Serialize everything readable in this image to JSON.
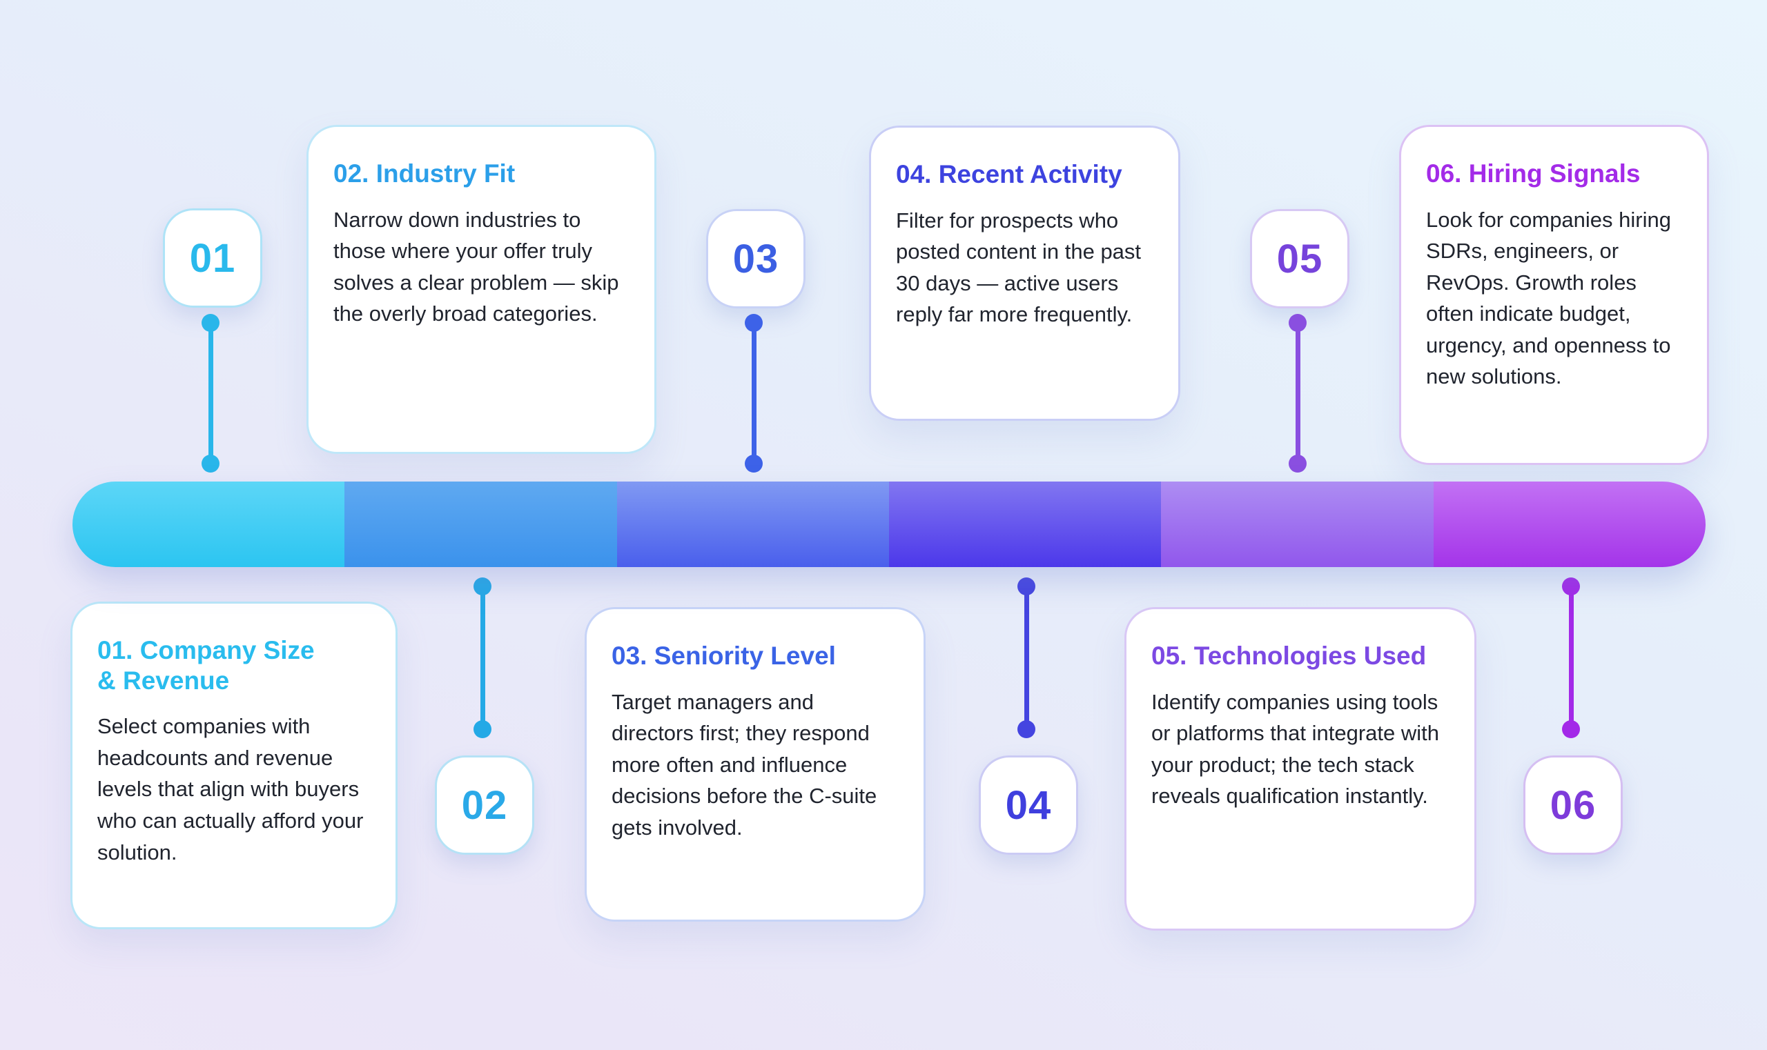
{
  "steps": [
    {
      "badge": "01",
      "title": "01. Company Size & Revenue",
      "description": "Select companies with headcounts and revenue levels that align with buyers who can actually afford your solution.",
      "accent_color": "#29BCEE",
      "badge_text_color": "#29B9EC",
      "badge_border_color": "#AEE3F7",
      "connector_color": "#29B6EA",
      "card_border_color": "#B9E6F8"
    },
    {
      "badge": "02",
      "title": "02. Industry Fit",
      "description": "Narrow down industries to those where your offer truly solves a clear problem — skip the overly broad categories.",
      "accent_color": "#2B9FE9",
      "badge_text_color": "#2AA9E8",
      "badge_border_color": "#B5E2F6",
      "connector_color": "#24A9E6",
      "card_border_color": "#BFE7F9"
    },
    {
      "badge": "03",
      "title": "03. Seniority Level",
      "description": "Target managers and directors first; they respond more often and influence decisions before the C-suite gets involved.",
      "accent_color": "#3A63E6",
      "badge_text_color": "#3B5FE3",
      "badge_border_color": "#C8D2F6",
      "connector_color": "#3D62E8",
      "card_border_color": "#C7D4F7"
    },
    {
      "badge": "04",
      "title": "04. Recent Activity",
      "description": "Filter for prospects who posted content in the past 30 days — active users reply far more frequently.",
      "accent_color": "#3D43DF",
      "badge_text_color": "#3F3FDE",
      "badge_border_color": "#CBCBF4",
      "connector_color": "#4444E0",
      "card_border_color": "#C9CEF6"
    },
    {
      "badge": "05",
      "title": "05. Technologies Used",
      "description": "Identify companies using tools or platforms that integrate with your product; the tech stack reveals qualification instantly.",
      "accent_color": "#7C49E3",
      "badge_text_color": "#7643DB",
      "badge_border_color": "#D7C9F4",
      "connector_color": "#8A4FE0",
      "card_border_color": "#D9C8F5"
    },
    {
      "badge": "06",
      "title": "06. Hiring Signals",
      "description": "Look for companies hiring SDRs, engineers, or RevOps. Growth roles often indicate budget, urgency, and openness to new solutions.",
      "accent_color": "#A32BE8",
      "badge_text_color": "#7E3BDA",
      "badge_border_color": "#D5BFF2",
      "connector_color": "#A329E8",
      "card_border_color": "#DCC2F4"
    }
  ],
  "timeline_bar": {
    "segments": [
      {
        "step": "01",
        "color_top": "#5CD6F7",
        "color_bottom": "#2CC5F1"
      },
      {
        "step": "02",
        "color_top": "#5FA9F1",
        "color_bottom": "#3B92EC"
      },
      {
        "step": "03",
        "color_top": "#8099F3",
        "color_bottom": "#4A5FEC"
      },
      {
        "step": "04",
        "color_top": "#8176F1",
        "color_bottom": "#4C38EA"
      },
      {
        "step": "05",
        "color_top": "#AD8DF3",
        "color_bottom": "#9157EC"
      },
      {
        "step": "06",
        "color_top": "#C271F4",
        "color_bottom": "#A434E9"
      }
    ]
  }
}
